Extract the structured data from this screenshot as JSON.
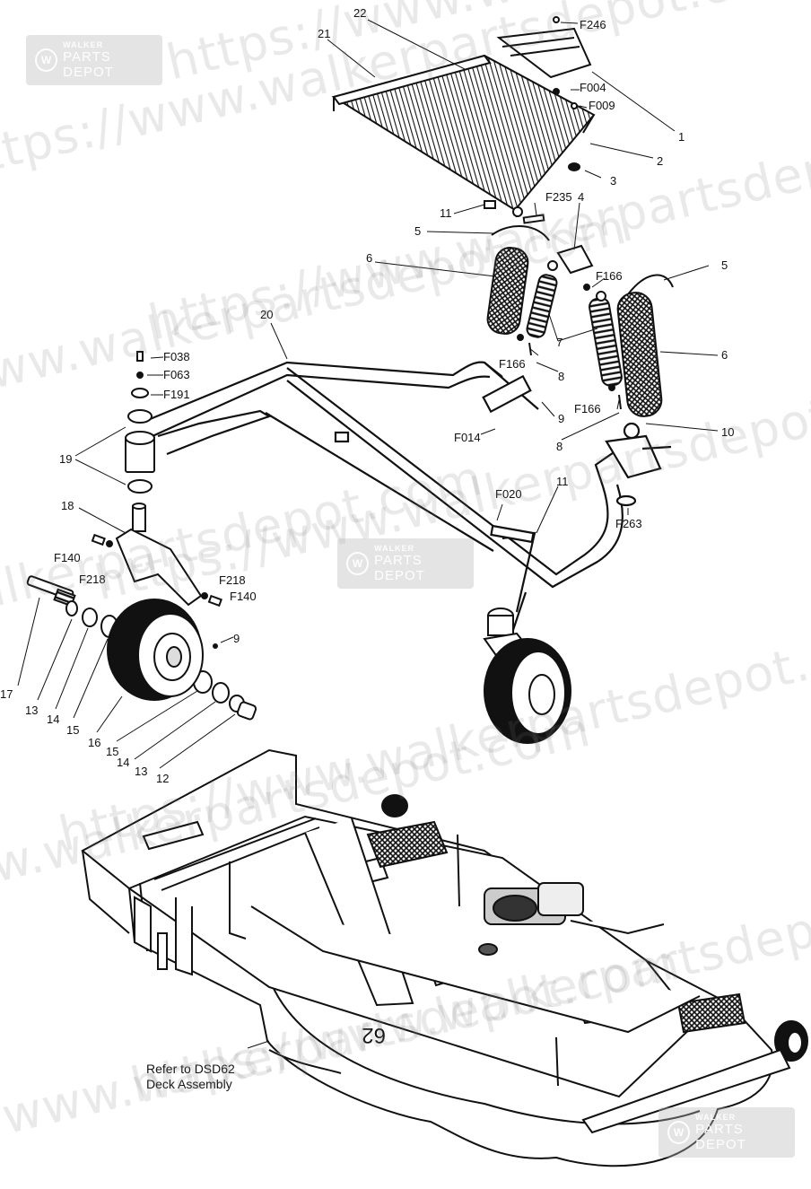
{
  "callouts": {
    "p1": "1",
    "p2": "2",
    "p3": "3",
    "p4": "4",
    "p5a": "5",
    "p5b": "5",
    "p6a": "6",
    "p6b": "6",
    "p7": "7",
    "p8a": "8",
    "p8b": "8",
    "p9a": "9",
    "p9b": "9",
    "p10": "10",
    "p11a": "11",
    "p11b": "11",
    "p12": "12",
    "p13a": "13",
    "p13b": "13",
    "p14a": "14",
    "p14b": "14",
    "p15a": "15",
    "p15b": "15",
    "p16": "16",
    "p17": "17",
    "p18": "18",
    "p19": "19",
    "p20": "20",
    "p21": "21",
    "p22": "22",
    "f246": "F246",
    "f004": "F004",
    "f009": "F009",
    "f235": "F235",
    "f166a": "F166",
    "f166b": "F166",
    "f166c": "F166",
    "f038": "F038",
    "f063": "F063",
    "f191": "F191",
    "f014": "F014",
    "f020": "F020",
    "f263": "F263",
    "f140a": "F140",
    "f140b": "F140",
    "f218a": "F218",
    "f218b": "F218"
  },
  "note": {
    "line1": "Refer to DSD62",
    "line2": "Deck Assembly"
  },
  "deck_mark": "62",
  "watermark": {
    "text": "https://www.walkerpartsdepot.com",
    "badge_small": "WALKER",
    "badge_large": "PARTS DEPOT"
  }
}
